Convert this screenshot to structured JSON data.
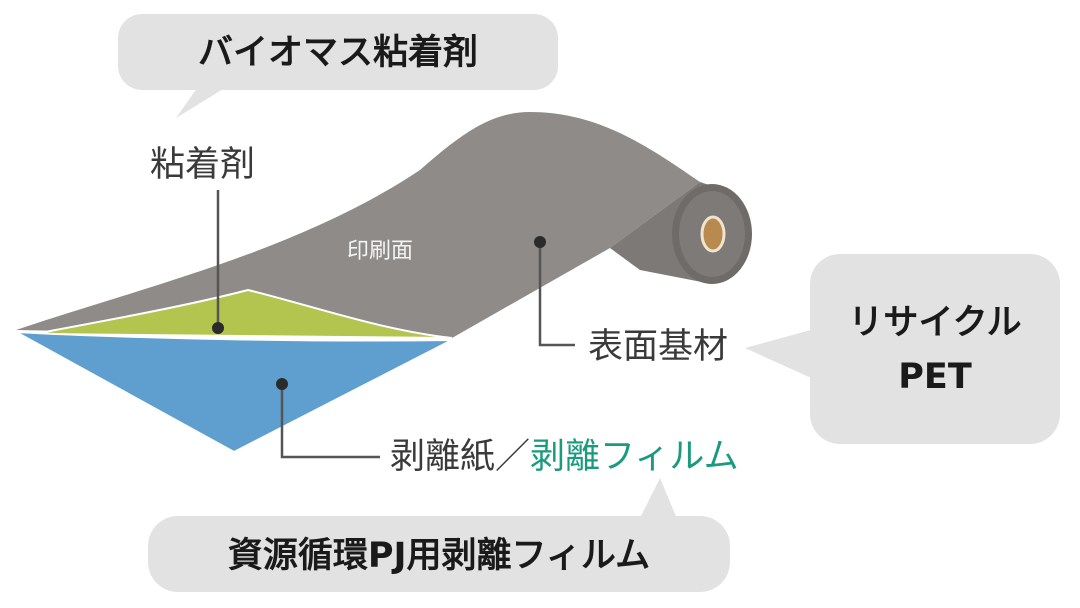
{
  "colors": {
    "film_gray": "#8e8b89",
    "film_gray_dark": "#6e6b69",
    "adhesive_green": "#b3c54f",
    "liner_blue": "#5f9fcf",
    "core_tan": "#b98a4f",
    "bubble_gray": "#e2e2e2",
    "accent_teal": "#1b9a7e",
    "line_gray": "#555555"
  },
  "labels": {
    "bubble_top": "バイオマス粘着剤",
    "adhesive": "粘着剤",
    "print_surface": "印刷面",
    "base_material": "表面基材",
    "bubble_right_line1": "リサイクル",
    "bubble_right_line2": "PET",
    "release_paper": "剥離紙／",
    "release_film": "剥離フィルム",
    "bubble_bottom": "資源循環PJ用剥離フィルム"
  }
}
